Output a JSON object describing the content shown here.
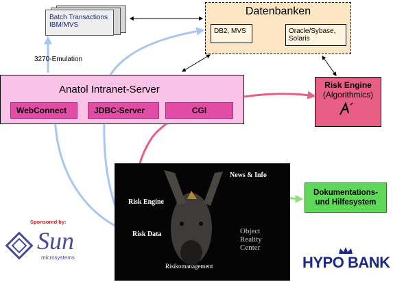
{
  "batch": {
    "line1": "Batch Transactions",
    "line2": "IBM/MVS"
  },
  "databases": {
    "title": "Datenbanken",
    "db1": "DB2, MVS",
    "db2_line1": "Oracle/Sybase,",
    "db2_line2": "Solaris"
  },
  "emulation_label": "3270-Emulation",
  "intranet": {
    "title": "Anatol Intranet-Server",
    "modules": [
      "WebConnect",
      "JDBC-Server",
      "CGI"
    ]
  },
  "risk_engine": {
    "title": "Risk Engine",
    "subtitle": "(Algorithmics)"
  },
  "photo": {
    "news": "News & Info",
    "risk_engine": "Risk Engine",
    "risk_data": "Risk Data",
    "orc_line1": "Object",
    "orc_line2": "Reality",
    "orc_line3": "Center",
    "caption": "Risikomanagement"
  },
  "doc_system": {
    "line1": "Dokumentations-",
    "line2": "und Hilfesystem"
  },
  "sponsor": {
    "label": "Sponsored by:",
    "brand": "Sun",
    "sub": "microsystems"
  },
  "bank": "HYPO BANK",
  "colors": {
    "intranet": "#fbc2e7",
    "module": "#e24ba6",
    "risk": "#e85e84",
    "db": "#fde6c3",
    "doc": "#5fd85a",
    "blue_arrow": "#a7c6f2",
    "pink_arrow": "#e85e84",
    "green_arrow": "#8fe07a"
  }
}
